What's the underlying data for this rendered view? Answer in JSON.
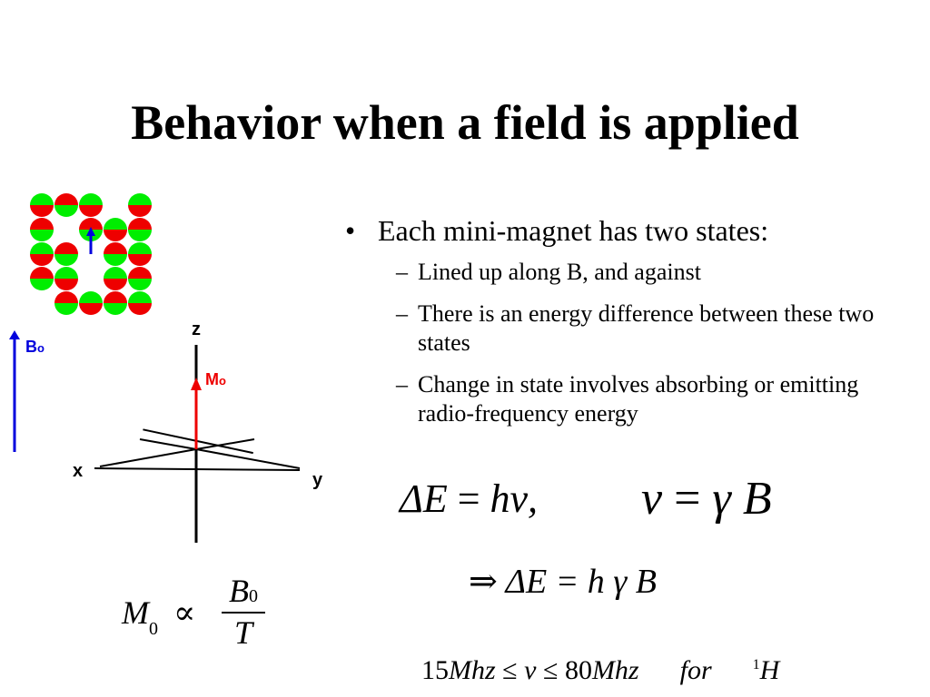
{
  "title": "Behavior when a field is applied",
  "bullets": {
    "main": "Each mini-magnet has two states:",
    "sub": [
      "Lined up along B, and against",
      "There is an energy difference between these two states",
      "Change in state involves absorbing or emitting radio-frequency energy"
    ]
  },
  "diagram": {
    "b0_label": "B",
    "b0_sub": "o",
    "m0_label": "M",
    "m0_sub": "o",
    "z_label": "z",
    "x_label": "x",
    "y_label": "y",
    "spin_grid": [
      [
        1,
        1,
        1,
        0,
        1
      ],
      [
        1,
        0,
        1,
        1,
        1
      ],
      [
        1,
        1,
        0,
        1,
        1
      ],
      [
        1,
        1,
        0,
        1,
        1
      ],
      [
        0,
        1,
        1,
        1,
        1
      ]
    ],
    "colors": {
      "green": "#00ee00",
      "red": "#ee0000",
      "blue": "#0000dd"
    }
  },
  "equations": {
    "delta_e": "ΔE",
    "eq": "=",
    "h_nu": "hν,",
    "nu": "ν",
    "gamma_b": "γ B",
    "implies": "⇒ ΔE = h γ B",
    "range_15": "15",
    "mhz": "Mhz",
    "leq": "≤",
    "nu_sym": "ν",
    "range_80": "80",
    "for": "for",
    "iso_sup": "1",
    "iso_h": "H",
    "m_sym": "M",
    "m_sub": "0",
    "propto": "∝",
    "b_sym": "B",
    "b_sub": "0",
    "t_sym": "T"
  }
}
